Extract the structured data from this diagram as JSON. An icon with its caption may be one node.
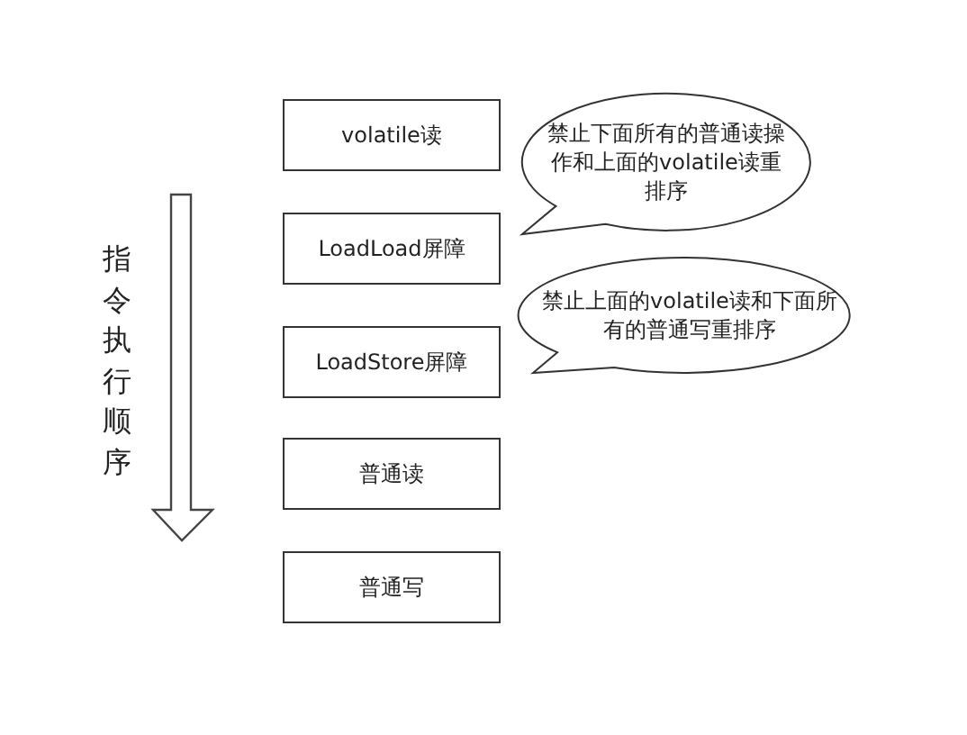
{
  "diagram": {
    "nodes": [
      {
        "text": [
          "volatile读"
        ]
      },
      {
        "text": [
          "LoadLoad屏障"
        ]
      },
      {
        "text": [
          "LoadStore屏障"
        ]
      },
      {
        "text": [
          "普通读"
        ]
      },
      {
        "text": [
          "普通写"
        ]
      },
      {
        "text": [
          "禁止下面所有的普通读操作和上面的volatile读重排序"
        ]
      },
      {
        "text": [
          "禁止上面的volatile读和下面所有的普通写重排序"
        ]
      }
    ],
    "labels": [
      "指令执行顺序"
    ]
  }
}
